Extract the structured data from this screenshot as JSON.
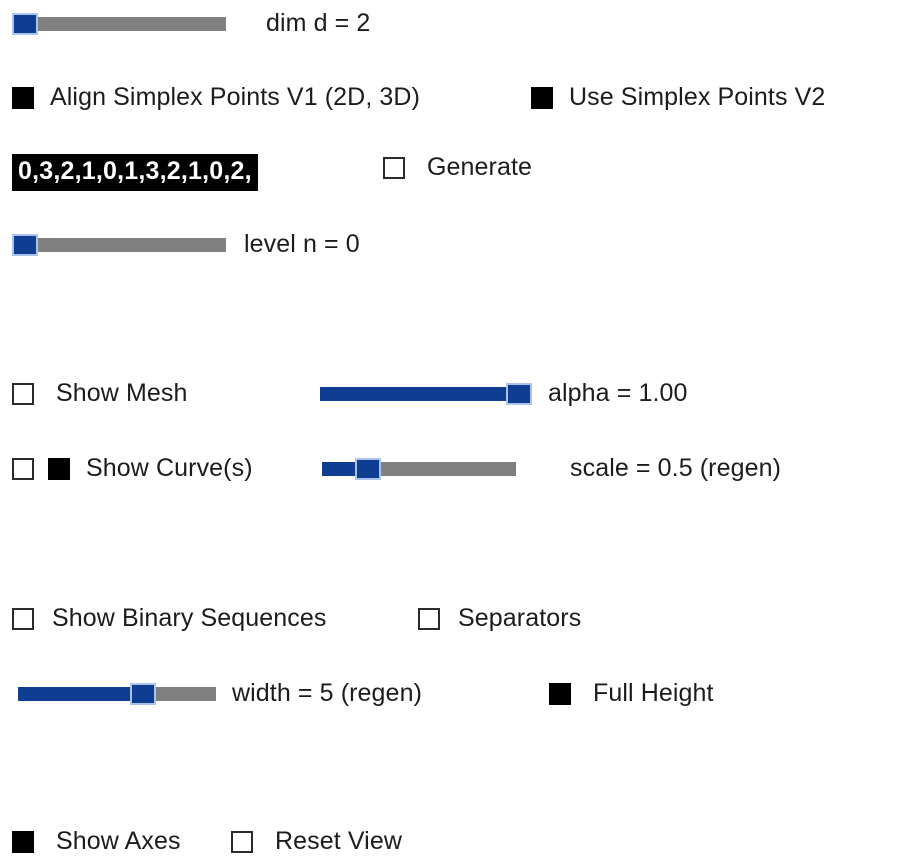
{
  "colors": {
    "slider_blue": "#0e3d92",
    "slider_handle_border": "#a9c4ea",
    "slider_track_gray": "#808080",
    "checkbox_checked": "#000000",
    "checkbox_border": "#2b2b2b",
    "text": "#1c1c1c",
    "field_background": "#000000",
    "field_text": "#ffffff",
    "page_background": "#ffffff"
  },
  "controls": {
    "dim_slider": {
      "label": "dim d = 2",
      "value": 2,
      "fill_percent": 0,
      "icon": "slider-handle-icon"
    },
    "align_simplex_v1": {
      "label": "Align Simplex Points V1 (2D, 3D)",
      "checked": true
    },
    "use_simplex_v2": {
      "label": "Use Simplex Points V2",
      "checked": true
    },
    "sequence_field": {
      "value": "0,3,2,1,0,1,3,2,1,0,2,",
      "placeholder": "0,3,2,1,0,1,3,2,1,0,2,",
      "selected": true
    },
    "generate": {
      "label": "Generate",
      "checked": false
    },
    "level_slider": {
      "label": "level n = 0",
      "value": 0,
      "fill_percent": 0
    },
    "show_mesh": {
      "label": "Show Mesh",
      "checked": false
    },
    "alpha_slider": {
      "label": "alpha = 1.00",
      "value": 1.0,
      "fill_percent": 100
    },
    "show_curves_a": {
      "label": "",
      "checked": false
    },
    "show_curves_b": {
      "label": "Show Curve(s)",
      "checked": true
    },
    "scale_slider": {
      "label": "scale = 0.5 (regen)",
      "value": 0.5,
      "fill_percent": 17
    },
    "show_binary_sequences": {
      "label": "Show Binary Sequences",
      "checked": false
    },
    "separators": {
      "label": "Separators",
      "checked": false
    },
    "width_slider": {
      "label": "width = 5 (regen)",
      "value": 5,
      "fill_percent": 61
    },
    "full_height": {
      "label": "Full Height",
      "checked": true
    },
    "show_axes": {
      "label": "Show Axes",
      "checked": true
    },
    "reset_view": {
      "label": "Reset View",
      "checked": false
    }
  }
}
